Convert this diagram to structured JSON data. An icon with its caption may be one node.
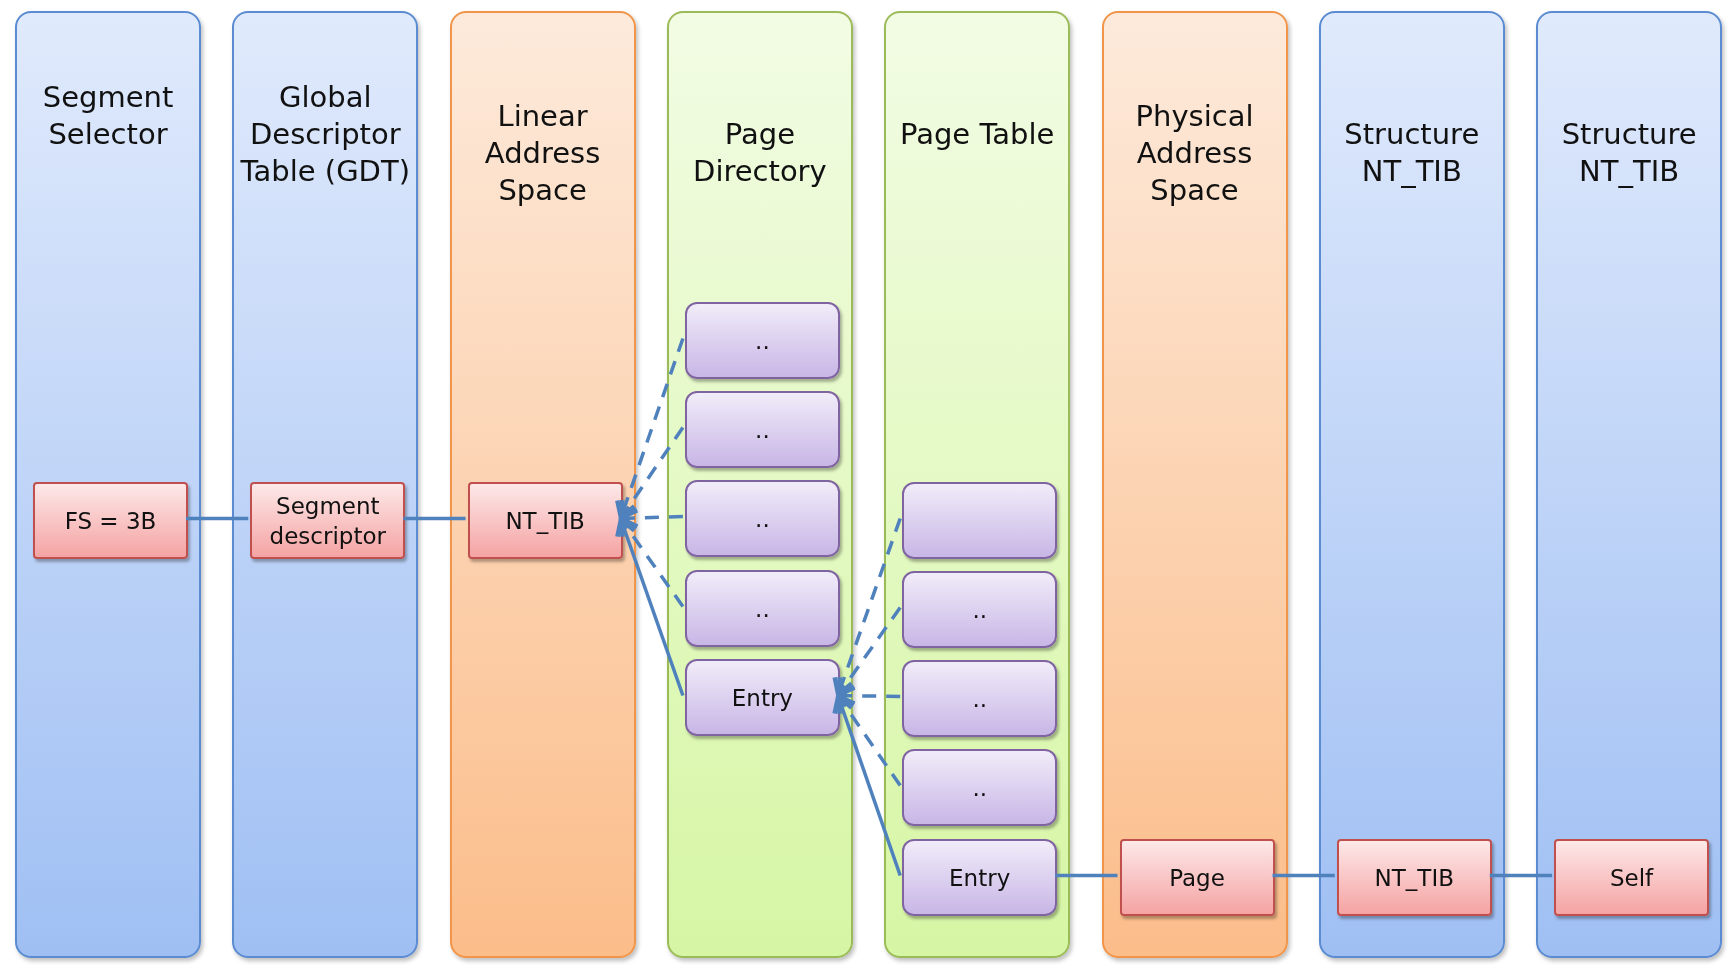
{
  "diagram": {
    "nodes": [
      {
        "text": [
          "Segment Selector"
        ]
      },
      {
        "text": [
          "FS = 3B"
        ],
        "in": 0
      },
      {
        "text": [
          "Global Descriptor Table (GDT)"
        ]
      },
      {
        "text": [
          "Segment descriptor"
        ],
        "in": 2
      },
      {
        "text": [
          "Linear Address Space"
        ]
      },
      {
        "text": [
          "NT_TIB"
        ],
        "in": 4
      },
      {
        "text": [
          "Page Directory"
        ]
      },
      {
        "text": [
          ".."
        ],
        "in": 6
      },
      {
        "text": [
          ".."
        ],
        "in": 6
      },
      {
        "text": [
          ".."
        ],
        "in": 6
      },
      {
        "text": [
          ".."
        ],
        "in": 6
      },
      {
        "text": [
          "Entry"
        ],
        "in": 6
      },
      {
        "text": [
          "Page Table"
        ]
      },
      {
        "text": [],
        "shape": "box",
        "in": 12
      },
      {
        "text": [
          ".."
        ],
        "in": 12
      },
      {
        "text": [
          ".."
        ],
        "in": 12
      },
      {
        "text": [
          ".."
        ],
        "in": 12
      },
      {
        "text": [
          "Entry"
        ],
        "in": 12
      },
      {
        "text": [
          "Physical Address Space"
        ]
      },
      {
        "text": [
          "Page"
        ],
        "in": 18
      },
      {
        "text": [
          "Structure NT_TIB"
        ]
      },
      {
        "text": [
          "NT_TIB"
        ],
        "in": 20
      },
      {
        "text": [
          "Structure NT_TIB"
        ]
      },
      {
        "text": [
          "Self"
        ],
        "in": 22
      }
    ],
    "edges": [
      {
        "from": 1,
        "to": 3,
        "arrow": "none"
      },
      {
        "from": 3,
        "to": 5,
        "arrow": "none"
      },
      {
        "from": 7,
        "to": 5,
        "arrow": "to",
        "style": "dashed"
      },
      {
        "from": 8,
        "to": 5,
        "arrow": "to",
        "style": "dashed"
      },
      {
        "from": 9,
        "to": 5,
        "arrow": "to",
        "style": "dashed"
      },
      {
        "from": 10,
        "to": 5,
        "arrow": "to",
        "style": "dashed"
      },
      {
        "from": 11,
        "to": 5,
        "arrow": "to"
      },
      {
        "from": 13,
        "to": 11,
        "arrow": "to",
        "style": "dashed"
      },
      {
        "from": 14,
        "to": 11,
        "arrow": "to",
        "style": "dashed"
      },
      {
        "from": 15,
        "to": 11,
        "arrow": "to",
        "style": "dashed"
      },
      {
        "from": 16,
        "to": 11,
        "arrow": "to",
        "style": "dashed"
      },
      {
        "from": 17,
        "to": 11,
        "arrow": "to"
      },
      {
        "from": 17,
        "to": 19,
        "arrow": "none"
      },
      {
        "from": 19,
        "to": 21,
        "arrow": "none"
      },
      {
        "from": 21,
        "to": 23,
        "arrow": "none"
      }
    ]
  }
}
